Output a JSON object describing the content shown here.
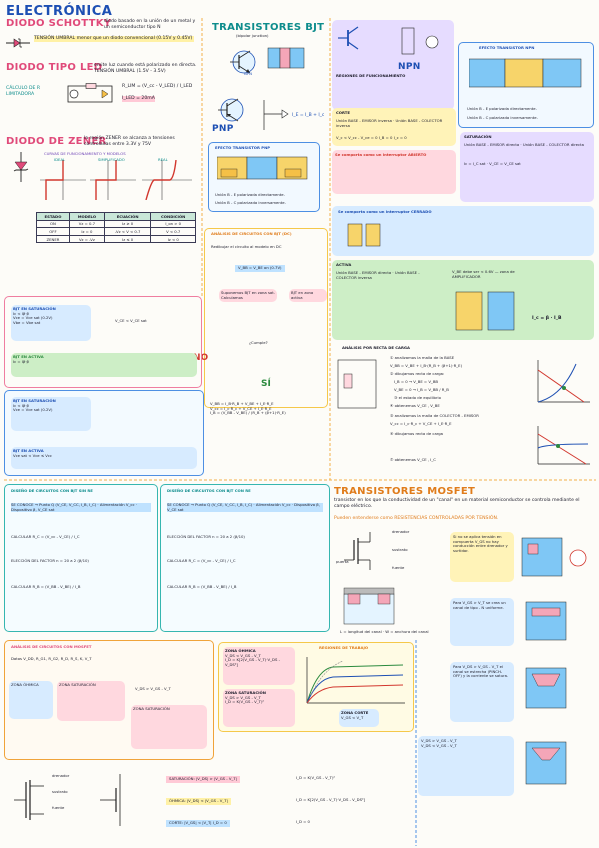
{
  "page": {
    "title": "ELECTRÓNICA"
  },
  "diodes": {
    "schottky_title": "DIODO SCHOTTKY",
    "schottky_text": "diodo basado en la unión de un metal y un semiconductor tipo N",
    "schottky_note": "TENSIÓN UMBRAL menor que un diodo convencional (0.15V y 0.45V)",
    "led_title": "DIODO TIPO LED",
    "led_text": "emite luz cuando está polarizado en directa. TENSIÓN UMBRAL (1.5V - 3.5V)",
    "led_formula_1": "R_LIM = (V_cc - V_LED) / I_LED",
    "led_formula_2": "I_LED = 20mA",
    "zener_title": "DIODO DE ZENER",
    "zener_text": "la región ZENER se alcanza a tensiones controladas entre 3.3V y 75V",
    "zener_models_label": "CURVAS DE FUNCIONAMIENTO Y MODELOS",
    "zener_model_labels": [
      "IDEAL",
      "SIMPLIFICADO",
      "REAL"
    ],
    "zener_table_headers": [
      "ESTADO",
      "MODELO",
      "ECUACIÓN",
      "CONDICIÓN"
    ],
    "zener_table_rows": [
      [
        "ON",
        "Vz = 0.7",
        "Iz ≥ 0",
        "I_on > 0"
      ],
      [
        "OFF",
        "Iz = 0",
        "-Vz < V < 0.7",
        "V < 0.7"
      ],
      [
        "ZENER",
        "Vz = -Vz",
        "Iz ≤ 0",
        "Iz < 0"
      ]
    ]
  },
  "bjt": {
    "title": "TRANSISTORES BJT",
    "subtitle": "(bipolar junction)",
    "npn_label": "NPN",
    "pnp_label": "PNP",
    "regions_title": "REGIONES DE FUNCIONAMIENTO",
    "corte_label": "CORTE",
    "corte_cond": "Unión BASE - EMISOR inversa · Unión BASE - COLECTOR inversa",
    "corte_formula": "V_c < V_cc - V_ce = 0  I_B = 0  I_c = 0",
    "interruptor_abierto": "Se comporta como un interruptor ABIERTO",
    "efecto_npn_title": "EFECTO TRANSISTOR NPN",
    "efecto_pnp_title": "EFECTO TRANSISTOR PNP",
    "union_be_direct": "Unión B - E polarizada directamente.",
    "union_bc_inverse": "Unión B - C polarizada inversamente.",
    "saturacion_label": "SATURACIÓN",
    "saturacion_cond": "Unión BASE - EMISOR directa · Unión BASE - COLECTOR directa",
    "saturacion_formula": "Ic = I_C sat · V_CE = V_CE sat",
    "interruptor_cerrado": "Se comporta como un interruptor CERRADO",
    "activa_label": "ACTIVA",
    "activa_cond": "Unión BASE - EMISOR directa · Unión BASE - COLECTOR inversa",
    "activa_formula": "I_c = β · I_B",
    "activa_note": "V_BE debe ser < 0.6V — zona de AMPLIFICADOR",
    "analysis_title": "ANÁLISIS DE CIRCUITOS CON BJT (DC)",
    "analysis_step": "Redibujar el circuito al modelo en DC",
    "suponer_sat": "Suponemos BJT en zona sat.",
    "calculo_label": "Calculamos",
    "bjt_en_zona_act": "BJT en zona activa",
    "no_label": "NO",
    "si_label": "SÍ",
    "compare_label": "¿Cumple?",
    "sat_box_title": "BJT EN SATURACIÓN",
    "sat_box_lines": [
      "Ic < Iβ·β",
      "Vce = Vce sat (0.2V)",
      "Vbe = Vbe sat"
    ],
    "act_box_title": "BJT EN ACTIVA",
    "act_box_lines": [
      "Ic = Iβ·β",
      "Vce sat < Vce ≤ Vcc",
      "Vbe = Vbe on (0.7V)"
    ],
    "compare_vce": "V_CE < V_CE sat",
    "load_title": "ANÁLISIS POR RECTA DE CARGA",
    "load_lines": [
      "① analizamos la malla de la BASE",
      "V_BB = V_BE + I_B·(R_B + (β+1)·R_E)",
      "② dibujamos recta de carga:",
      "I_B = 0 → V_BE = V_BB",
      "V_BE = 0 → I_B = V_BB / R_B",
      "③ el estado de equilibrio",
      "④ obtenemos V_CE , V_BE",
      "⑤ analizamos la malla de COLECTOR - EMISOR",
      "V_cc = I_c·R_c + V_CE + I_E·R_E",
      "⑥ dibujamos recta de carga",
      "⑦ obtenemos V_CE , I_C"
    ],
    "design_sin_re_title": "DISEÑO DE CIRCUITOS CON BJT SIN RE",
    "design_con_re_title": "DISEÑO DE CIRCUITOS CON BJT CON RE",
    "design_given": "SE CONOCE → Punto Q (V_CE, V_CC, I_B, I_C) · Alimentación V_cc · Dispositivo β, V_CE sat",
    "design_steps": [
      "CALCULAR R_C = (V_cc - V_CE) / I_C",
      "ELECCIÓN DEL FACTOR n = 20 a 2 (β/10)",
      "CALCULAR R_B = (V_BB - V_BE) / I_B"
    ]
  },
  "mosfet": {
    "title": "TRANSISTORES MOSFET",
    "intro": "transistor en los que la conductividad de un \"canal\" en un material semiconductor se controla mediante el campo eléctrico.",
    "intro_2": "Pueden entenderse como RESISTENCIAS CONTROLADAS POR TENSIÓN.",
    "terminals": [
      "drenador",
      "puerta",
      "fuente",
      "sustrato"
    ],
    "length_note": "L = longitud del canal · W = anchura del canal",
    "regions_title": "REGIONES DE TRABAJO",
    "region_ohmic": "ZONA ÓHMICA",
    "region_sat": "ZONA SATURACIÓN",
    "region_corte": "ZONA CORTE",
    "ohmic_cond": "V_DS < V_GS - V_T",
    "sat_cond": "V_DS > V_GS - V_T",
    "corte_cond": "V_GS < V_T",
    "formula_ohmic": "I_D = K[2(V_GS - V_T)·V_DS - V_DS²]",
    "formula_sat": "I_D = K(V_GS - V_T)²",
    "formula_corte": "I_D = 0",
    "analysis_title": "ANÁLISIS DE CIRCUITOS CON MOSFET",
    "analysis_given": "Datos V_DD, R_G1, R_G2, R_D, R_S, K, V_T",
    "check_label": "V_DS > V_GS - V_T",
    "summary_lines": [
      "SATURACIÓN: |V_DS| > |V_GS - V_T|",
      "ÓHMICA: |V_DS| < |V_GS - V_T|",
      "CORTE: |V_GS| < |V_T|  I_D = 0"
    ],
    "notes": [
      "Si no se aplica tensión en compuerta V_GS no hay conducción entre drenador y surtidor.",
      "Para V_GS > V_T se crea un canal de tipo - N uniforme.",
      "Para V_DS > V_GS - V_T el canal se estrecha (PINCH-OFF) y la corriente se satura."
    ]
  },
  "colors": {
    "blue": "#1d4fb3",
    "teal": "#0d8c8c",
    "pink": "#e04a7a",
    "red": "#d2372e",
    "yellow_box": "#fff3b8",
    "green_box": "#cdeec6"
  }
}
